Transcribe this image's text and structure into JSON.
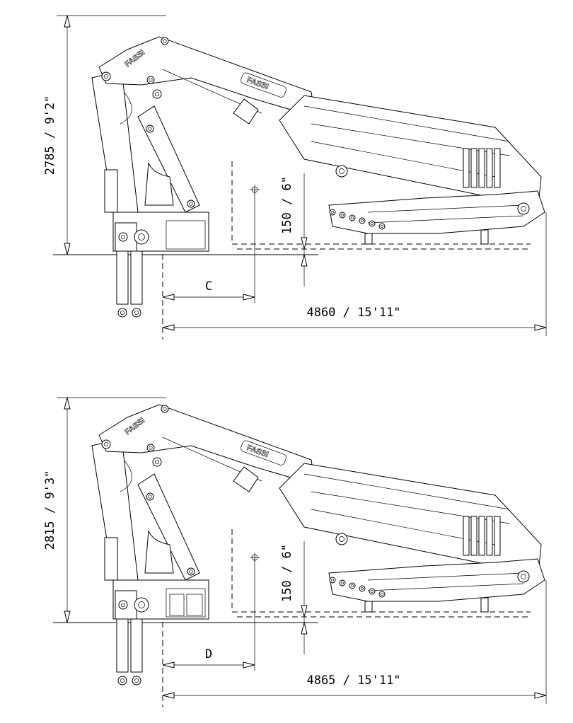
{
  "views": [
    {
      "height_label": "2785 / 9'2\"",
      "offset_label": "150 / 6\"",
      "distance_letter": "C",
      "length_label": "4860 / 15'11\"",
      "logo_text": "FASSI"
    },
    {
      "height_label": "2815 / 9'3\"",
      "offset_label": "150 / 6\"",
      "distance_letter": "D",
      "length_label": "4865 / 15'11\"",
      "logo_text": "FASSI"
    }
  ]
}
